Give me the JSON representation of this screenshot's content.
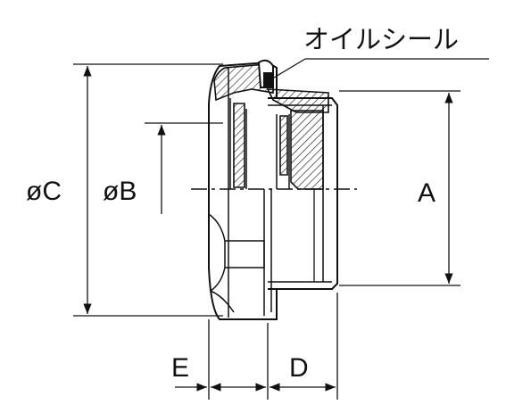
{
  "labels": {
    "seal_name": "オイルシール",
    "dim_a": "A",
    "dim_b": "øB",
    "dim_c": "øC",
    "dim_d": "D",
    "dim_e": "E"
  },
  "colors": {
    "line": "#111111",
    "background": "#ffffff",
    "fill": "#ffffff"
  }
}
